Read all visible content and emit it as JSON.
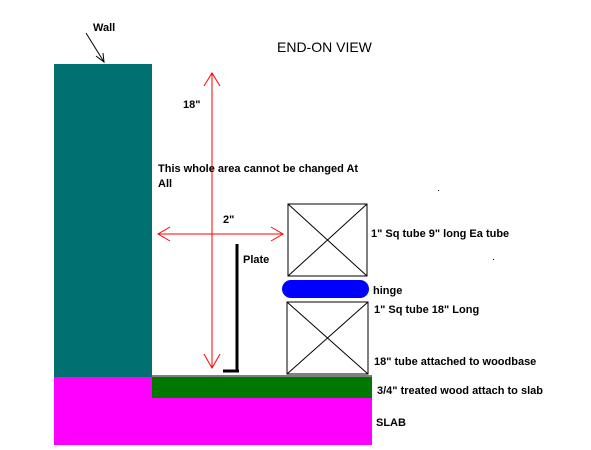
{
  "title": "END-ON VIEW",
  "labels": {
    "wall": "Wall",
    "height_dim": "18\"",
    "note_line1": "This whole area cannot be changed At",
    "note_line2": "All",
    "width_dim": "2\"",
    "plate": "Plate",
    "upper_tube": "1\" Sq tube  9\" long Ea  tube",
    "hinge": "hinge",
    "lower_tube": "1\" Sq tube  18\" Long",
    "tube_base": "18\" tube attached to woodbase",
    "wood": "3/4\" treated wood attach to slab",
    "slab": "SLAB"
  },
  "colors": {
    "wall": "#007070",
    "slab": "#ff00ff",
    "wood": "#007800",
    "hinge": "#0000ff",
    "dimension": "#ff0000",
    "outline": "#000000"
  }
}
